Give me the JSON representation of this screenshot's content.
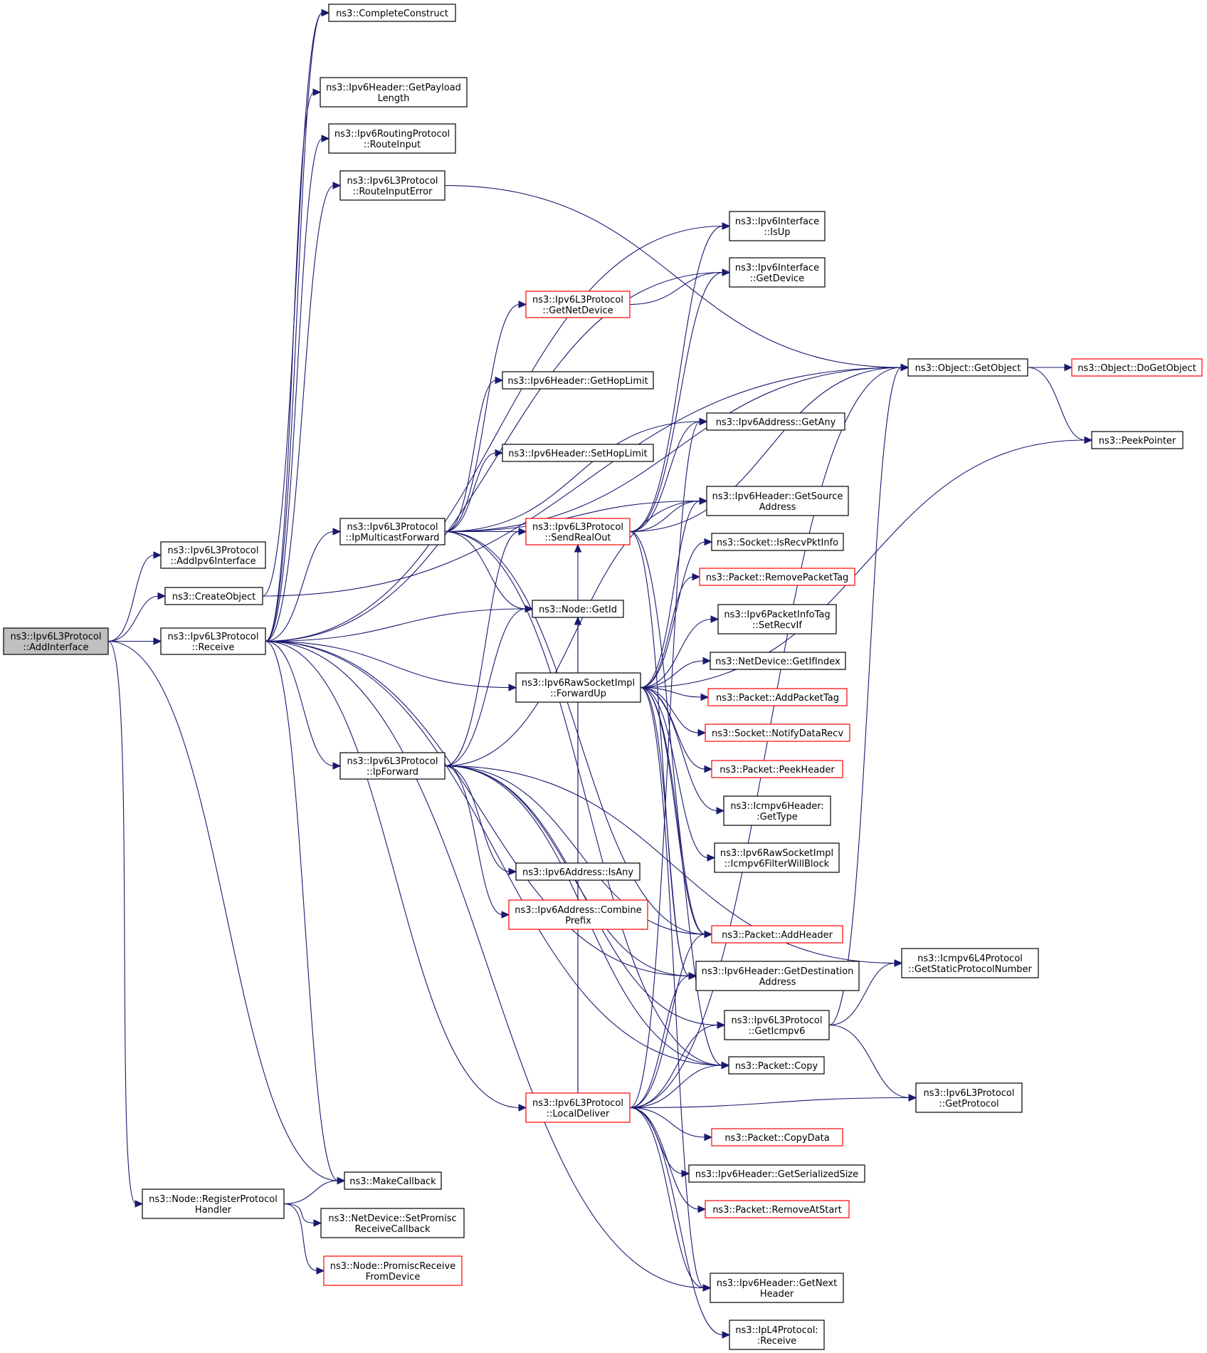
{
  "graph": {
    "colors": {
      "edge": "#191970",
      "border_normal": "#000000",
      "border_truncated": "#ff0000",
      "root_fill": "#bfbfbf"
    },
    "nodes": [
      {
        "id": "addinterface",
        "lines": [
          "ns3::Ipv6L3Protocol",
          "::AddInterface"
        ],
        "style": "root"
      },
      {
        "id": "addipv6interface",
        "lines": [
          "ns3::Ipv6L3Protocol",
          "::AddIpv6Interface"
        ],
        "style": "normal"
      },
      {
        "id": "createobject",
        "lines": [
          "ns3::CreateObject"
        ],
        "style": "normal"
      },
      {
        "id": "receive",
        "lines": [
          "ns3::Ipv6L3Protocol",
          "::Receive"
        ],
        "style": "normal"
      },
      {
        "id": "registerprotocolhandler",
        "lines": [
          "ns3::Node::RegisterProtocol",
          "Handler"
        ],
        "style": "normal"
      },
      {
        "id": "completeconstruct",
        "lines": [
          "ns3::CompleteConstruct"
        ],
        "style": "normal"
      },
      {
        "id": "getpayloadlength",
        "lines": [
          "ns3::Ipv6Header::GetPayload",
          "Length"
        ],
        "style": "normal"
      },
      {
        "id": "routeinput",
        "lines": [
          "ns3::Ipv6RoutingProtocol",
          "::RouteInput"
        ],
        "style": "normal"
      },
      {
        "id": "routeinputerror",
        "lines": [
          "ns3::Ipv6L3Protocol",
          "::RouteInputError"
        ],
        "style": "normal"
      },
      {
        "id": "ipmulticastforward",
        "lines": [
          "ns3::Ipv6L3Protocol",
          "::IpMulticastForward"
        ],
        "style": "normal"
      },
      {
        "id": "ipforward",
        "lines": [
          "ns3::Ipv6L3Protocol",
          "::IpForward"
        ],
        "style": "normal"
      },
      {
        "id": "makecallback",
        "lines": [
          "ns3::MakeCallback"
        ],
        "style": "normal"
      },
      {
        "id": "setpromiscreceivecallback",
        "lines": [
          "ns3::NetDevice::SetPromisc",
          "ReceiveCallback"
        ],
        "style": "normal"
      },
      {
        "id": "promiscreceivefromdevice",
        "lines": [
          "ns3::Node::PromiscReceive",
          "FromDevice"
        ],
        "style": "truncated"
      },
      {
        "id": "getnetdevice",
        "lines": [
          "ns3::Ipv6L3Protocol",
          "::GetNetDevice"
        ],
        "style": "truncated"
      },
      {
        "id": "gethoplimit",
        "lines": [
          "ns3::Ipv6Header::GetHopLimit"
        ],
        "style": "normal"
      },
      {
        "id": "sethoplimit",
        "lines": [
          "ns3::Ipv6Header::SetHopLimit"
        ],
        "style": "normal"
      },
      {
        "id": "sendrealout",
        "lines": [
          "ns3::Ipv6L3Protocol",
          "::SendRealOut"
        ],
        "style": "truncated"
      },
      {
        "id": "nodegetid",
        "lines": [
          "ns3::Node::GetId"
        ],
        "style": "normal"
      },
      {
        "id": "forwardup",
        "lines": [
          "ns3::Ipv6RawSocketImpl",
          "::ForwardUp"
        ],
        "style": "normal"
      },
      {
        "id": "ipv6addressisany",
        "lines": [
          "ns3::Ipv6Address::IsAny"
        ],
        "style": "normal"
      },
      {
        "id": "combineprefix",
        "lines": [
          "ns3::Ipv6Address::Combine",
          "Prefix"
        ],
        "style": "truncated"
      },
      {
        "id": "localdeliver",
        "lines": [
          "ns3::Ipv6L3Protocol",
          "::LocalDeliver"
        ],
        "style": "truncated"
      },
      {
        "id": "isup",
        "lines": [
          "ns3::Ipv6Interface",
          "::IsUp"
        ],
        "style": "normal"
      },
      {
        "id": "getdevice",
        "lines": [
          "ns3::Ipv6Interface",
          "::GetDevice"
        ],
        "style": "normal"
      },
      {
        "id": "getany",
        "lines": [
          "ns3::Ipv6Address::GetAny"
        ],
        "style": "normal"
      },
      {
        "id": "getsourceaddress",
        "lines": [
          "ns3::Ipv6Header::GetSource",
          "Address"
        ],
        "style": "normal"
      },
      {
        "id": "isrecvpktinfo",
        "lines": [
          "ns3::Socket::IsRecvPktInfo"
        ],
        "style": "normal"
      },
      {
        "id": "removepackettag",
        "lines": [
          "ns3::Packet::RemovePacketTag"
        ],
        "style": "truncated"
      },
      {
        "id": "setrecvif",
        "lines": [
          "ns3::Ipv6PacketInfoTag",
          "::SetRecvIf"
        ],
        "style": "normal"
      },
      {
        "id": "getifindex",
        "lines": [
          "ns3::NetDevice::GetIfIndex"
        ],
        "style": "normal"
      },
      {
        "id": "addpackettag",
        "lines": [
          "ns3::Packet::AddPacketTag"
        ],
        "style": "truncated"
      },
      {
        "id": "notifydatarecv",
        "lines": [
          "ns3::Socket::NotifyDataRecv"
        ],
        "style": "truncated"
      },
      {
        "id": "peekheader",
        "lines": [
          "ns3::Packet::PeekHeader"
        ],
        "style": "truncated"
      },
      {
        "id": "icmpv6gettype",
        "lines": [
          "ns3::Icmpv6Header:",
          ":GetType"
        ],
        "style": "normal"
      },
      {
        "id": "icmpv6filterwillblock",
        "lines": [
          "ns3::Ipv6RawSocketImpl",
          "::Icmpv6FilterWillBlock"
        ],
        "style": "normal"
      },
      {
        "id": "addheader",
        "lines": [
          "ns3::Packet::AddHeader"
        ],
        "style": "truncated"
      },
      {
        "id": "getdestinationaddress",
        "lines": [
          "ns3::Ipv6Header::GetDestination",
          "Address"
        ],
        "style": "normal"
      },
      {
        "id": "geticmpv6",
        "lines": [
          "ns3::Ipv6L3Protocol",
          "::GetIcmpv6"
        ],
        "style": "normal"
      },
      {
        "id": "packetcopy",
        "lines": [
          "ns3::Packet::Copy"
        ],
        "style": "normal"
      },
      {
        "id": "copydata",
        "lines": [
          "ns3::Packet::CopyData"
        ],
        "style": "truncated"
      },
      {
        "id": "getserializedsize",
        "lines": [
          "ns3::Ipv6Header::GetSerializedSize"
        ],
        "style": "normal"
      },
      {
        "id": "removeatstart",
        "lines": [
          "ns3::Packet::RemoveAtStart"
        ],
        "style": "truncated"
      },
      {
        "id": "getnextheader",
        "lines": [
          "ns3::Ipv6Header::GetNext",
          "Header"
        ],
        "style": "normal"
      },
      {
        "id": "ipl4receive",
        "lines": [
          "ns3::IpL4Protocol:",
          ":Receive"
        ],
        "style": "normal"
      },
      {
        "id": "getobject",
        "lines": [
          "ns3::Object::GetObject"
        ],
        "style": "normal"
      },
      {
        "id": "dogetobject",
        "lines": [
          "ns3::Object::DoGetObject"
        ],
        "style": "truncated"
      },
      {
        "id": "peekpointer",
        "lines": [
          "ns3::PeekPointer"
        ],
        "style": "normal"
      },
      {
        "id": "getstaticprotocolnumber",
        "lines": [
          "ns3::Icmpv6L4Protocol",
          "::GetStaticProtocolNumber"
        ],
        "style": "normal"
      },
      {
        "id": "getprotocol",
        "lines": [
          "ns3::Ipv6L3Protocol",
          "::GetProtocol"
        ],
        "style": "normal"
      }
    ],
    "edges": [
      [
        "addinterface",
        "addipv6interface"
      ],
      [
        "addinterface",
        "createobject"
      ],
      [
        "addinterface",
        "receive"
      ],
      [
        "addinterface",
        "makecallback"
      ],
      [
        "addinterface",
        "registerprotocolhandler"
      ],
      [
        "createobject",
        "completeconstruct"
      ],
      [
        "createobject",
        "getobject"
      ],
      [
        "receive",
        "completeconstruct"
      ],
      [
        "receive",
        "getpayloadlength"
      ],
      [
        "receive",
        "routeinput"
      ],
      [
        "receive",
        "routeinputerror"
      ],
      [
        "receive",
        "isup"
      ],
      [
        "receive",
        "getdevice"
      ],
      [
        "receive",
        "ipmulticastforward"
      ],
      [
        "receive",
        "nodegetid"
      ],
      [
        "receive",
        "forwardup"
      ],
      [
        "receive",
        "ipforward"
      ],
      [
        "receive",
        "getdestinationaddress"
      ],
      [
        "receive",
        "packetcopy"
      ],
      [
        "receive",
        "localdeliver"
      ],
      [
        "receive",
        "makecallback"
      ],
      [
        "receive",
        "getnextheader"
      ],
      [
        "routeinputerror",
        "getobject"
      ],
      [
        "ipmulticastforward",
        "getnetdevice"
      ],
      [
        "ipmulticastforward",
        "getobject"
      ],
      [
        "ipmulticastforward",
        "gethoplimit"
      ],
      [
        "ipmulticastforward",
        "getany"
      ],
      [
        "ipmulticastforward",
        "sethoplimit"
      ],
      [
        "ipmulticastforward",
        "sendrealout"
      ],
      [
        "ipmulticastforward",
        "getsourceaddress"
      ],
      [
        "ipmulticastforward",
        "nodegetid"
      ],
      [
        "ipmulticastforward",
        "addheader"
      ],
      [
        "ipmulticastforward",
        "packetcopy"
      ],
      [
        "ipforward",
        "sendrealout"
      ],
      [
        "ipforward",
        "nodegetid"
      ],
      [
        "ipforward",
        "getsourceaddress"
      ],
      [
        "ipforward",
        "ipv6addressisany"
      ],
      [
        "ipforward",
        "combineprefix"
      ],
      [
        "ipforward",
        "getstaticprotocolnumber"
      ],
      [
        "ipforward",
        "addheader"
      ],
      [
        "ipforward",
        "getdestinationaddress"
      ],
      [
        "ipforward",
        "geticmpv6"
      ],
      [
        "ipforward",
        "packetcopy"
      ],
      [
        "getnetdevice",
        "getdevice"
      ],
      [
        "sendrealout",
        "isup"
      ],
      [
        "sendrealout",
        "getdevice"
      ],
      [
        "sendrealout",
        "getobject"
      ],
      [
        "sendrealout",
        "getany"
      ],
      [
        "sendrealout",
        "getsourceaddress"
      ],
      [
        "sendrealout",
        "addheader"
      ],
      [
        "sendrealout",
        "getdestinationaddress"
      ],
      [
        "forwardup",
        "peekpointer"
      ],
      [
        "forwardup",
        "getsourceaddress"
      ],
      [
        "forwardup",
        "isrecvpktinfo"
      ],
      [
        "forwardup",
        "removepackettag"
      ],
      [
        "forwardup",
        "setrecvif"
      ],
      [
        "forwardup",
        "getifindex"
      ],
      [
        "forwardup",
        "addpackettag"
      ],
      [
        "forwardup",
        "notifydatarecv"
      ],
      [
        "forwardup",
        "peekheader"
      ],
      [
        "forwardup",
        "icmpv6gettype"
      ],
      [
        "forwardup",
        "icmpv6filterwillblock"
      ],
      [
        "forwardup",
        "addheader"
      ],
      [
        "forwardup",
        "getdestinationaddress"
      ],
      [
        "forwardup",
        "packetcopy"
      ],
      [
        "forwardup",
        "getnextheader"
      ],
      [
        "localdeliver",
        "sendrealout"
      ],
      [
        "localdeliver",
        "nodegetid"
      ],
      [
        "localdeliver",
        "getany"
      ],
      [
        "localdeliver",
        "getobject"
      ],
      [
        "localdeliver",
        "addheader"
      ],
      [
        "localdeliver",
        "getdestinationaddress"
      ],
      [
        "localdeliver",
        "geticmpv6"
      ],
      [
        "localdeliver",
        "packetcopy"
      ],
      [
        "localdeliver",
        "copydata"
      ],
      [
        "localdeliver",
        "getserializedsize"
      ],
      [
        "localdeliver",
        "removeatstart"
      ],
      [
        "localdeliver",
        "getprotocol"
      ],
      [
        "localdeliver",
        "getnextheader"
      ],
      [
        "localdeliver",
        "ipl4receive"
      ],
      [
        "registerprotocolhandler",
        "makecallback"
      ],
      [
        "registerprotocolhandler",
        "setpromiscreceivecallback"
      ],
      [
        "registerprotocolhandler",
        "promiscreceivefromdevice"
      ],
      [
        "getobject",
        "dogetobject"
      ],
      [
        "getobject",
        "peekpointer"
      ],
      [
        "geticmpv6",
        "getobject"
      ],
      [
        "geticmpv6",
        "getstaticprotocolnumber"
      ],
      [
        "geticmpv6",
        "getprotocol"
      ]
    ]
  }
}
